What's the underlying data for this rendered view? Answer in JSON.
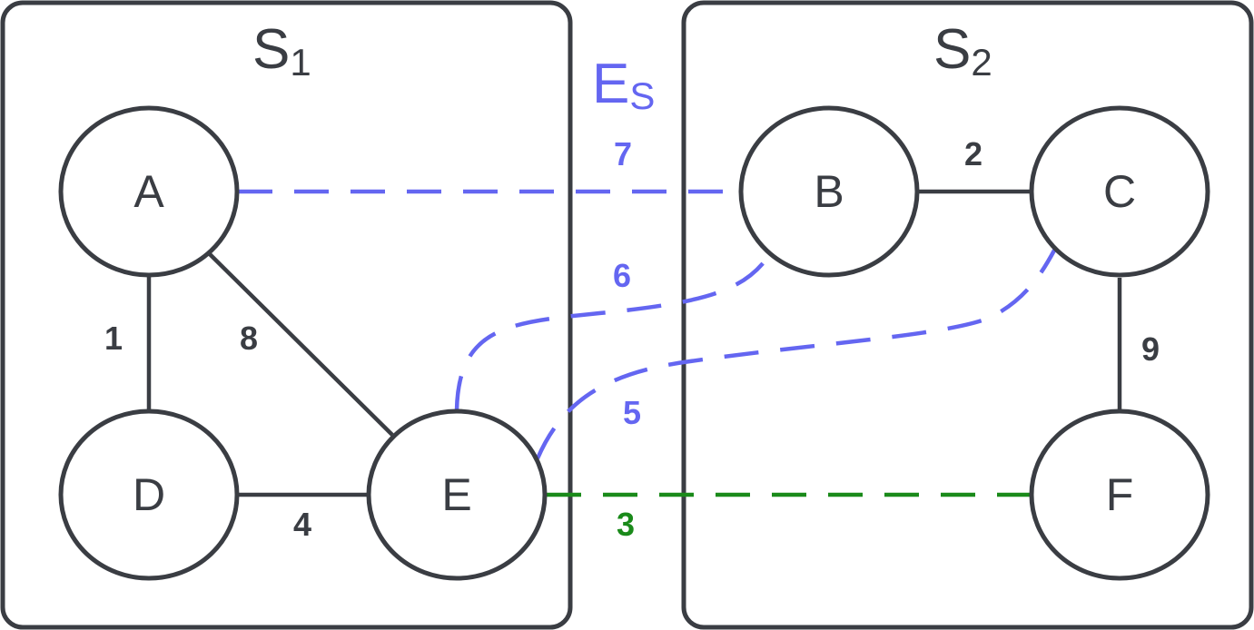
{
  "colors": {
    "stroke": "#3a3d43",
    "cut_edge": "#6466f1",
    "min_cut_edge": "#1a8a1a"
  },
  "sets": {
    "s1": {
      "letter": "S",
      "sub": "1"
    },
    "s2": {
      "letter": "S",
      "sub": "2"
    },
    "cut": {
      "letter": "E",
      "sub": "S"
    }
  },
  "nodes": {
    "A": "A",
    "B": "B",
    "C": "C",
    "D": "D",
    "E": "E",
    "F": "F"
  },
  "weights": {
    "a_d": "1",
    "a_e": "8",
    "d_e": "4",
    "b_c": "2",
    "c_f": "9",
    "a_b": "7",
    "e_b": "6",
    "e_c": "5",
    "e_f": "3"
  }
}
